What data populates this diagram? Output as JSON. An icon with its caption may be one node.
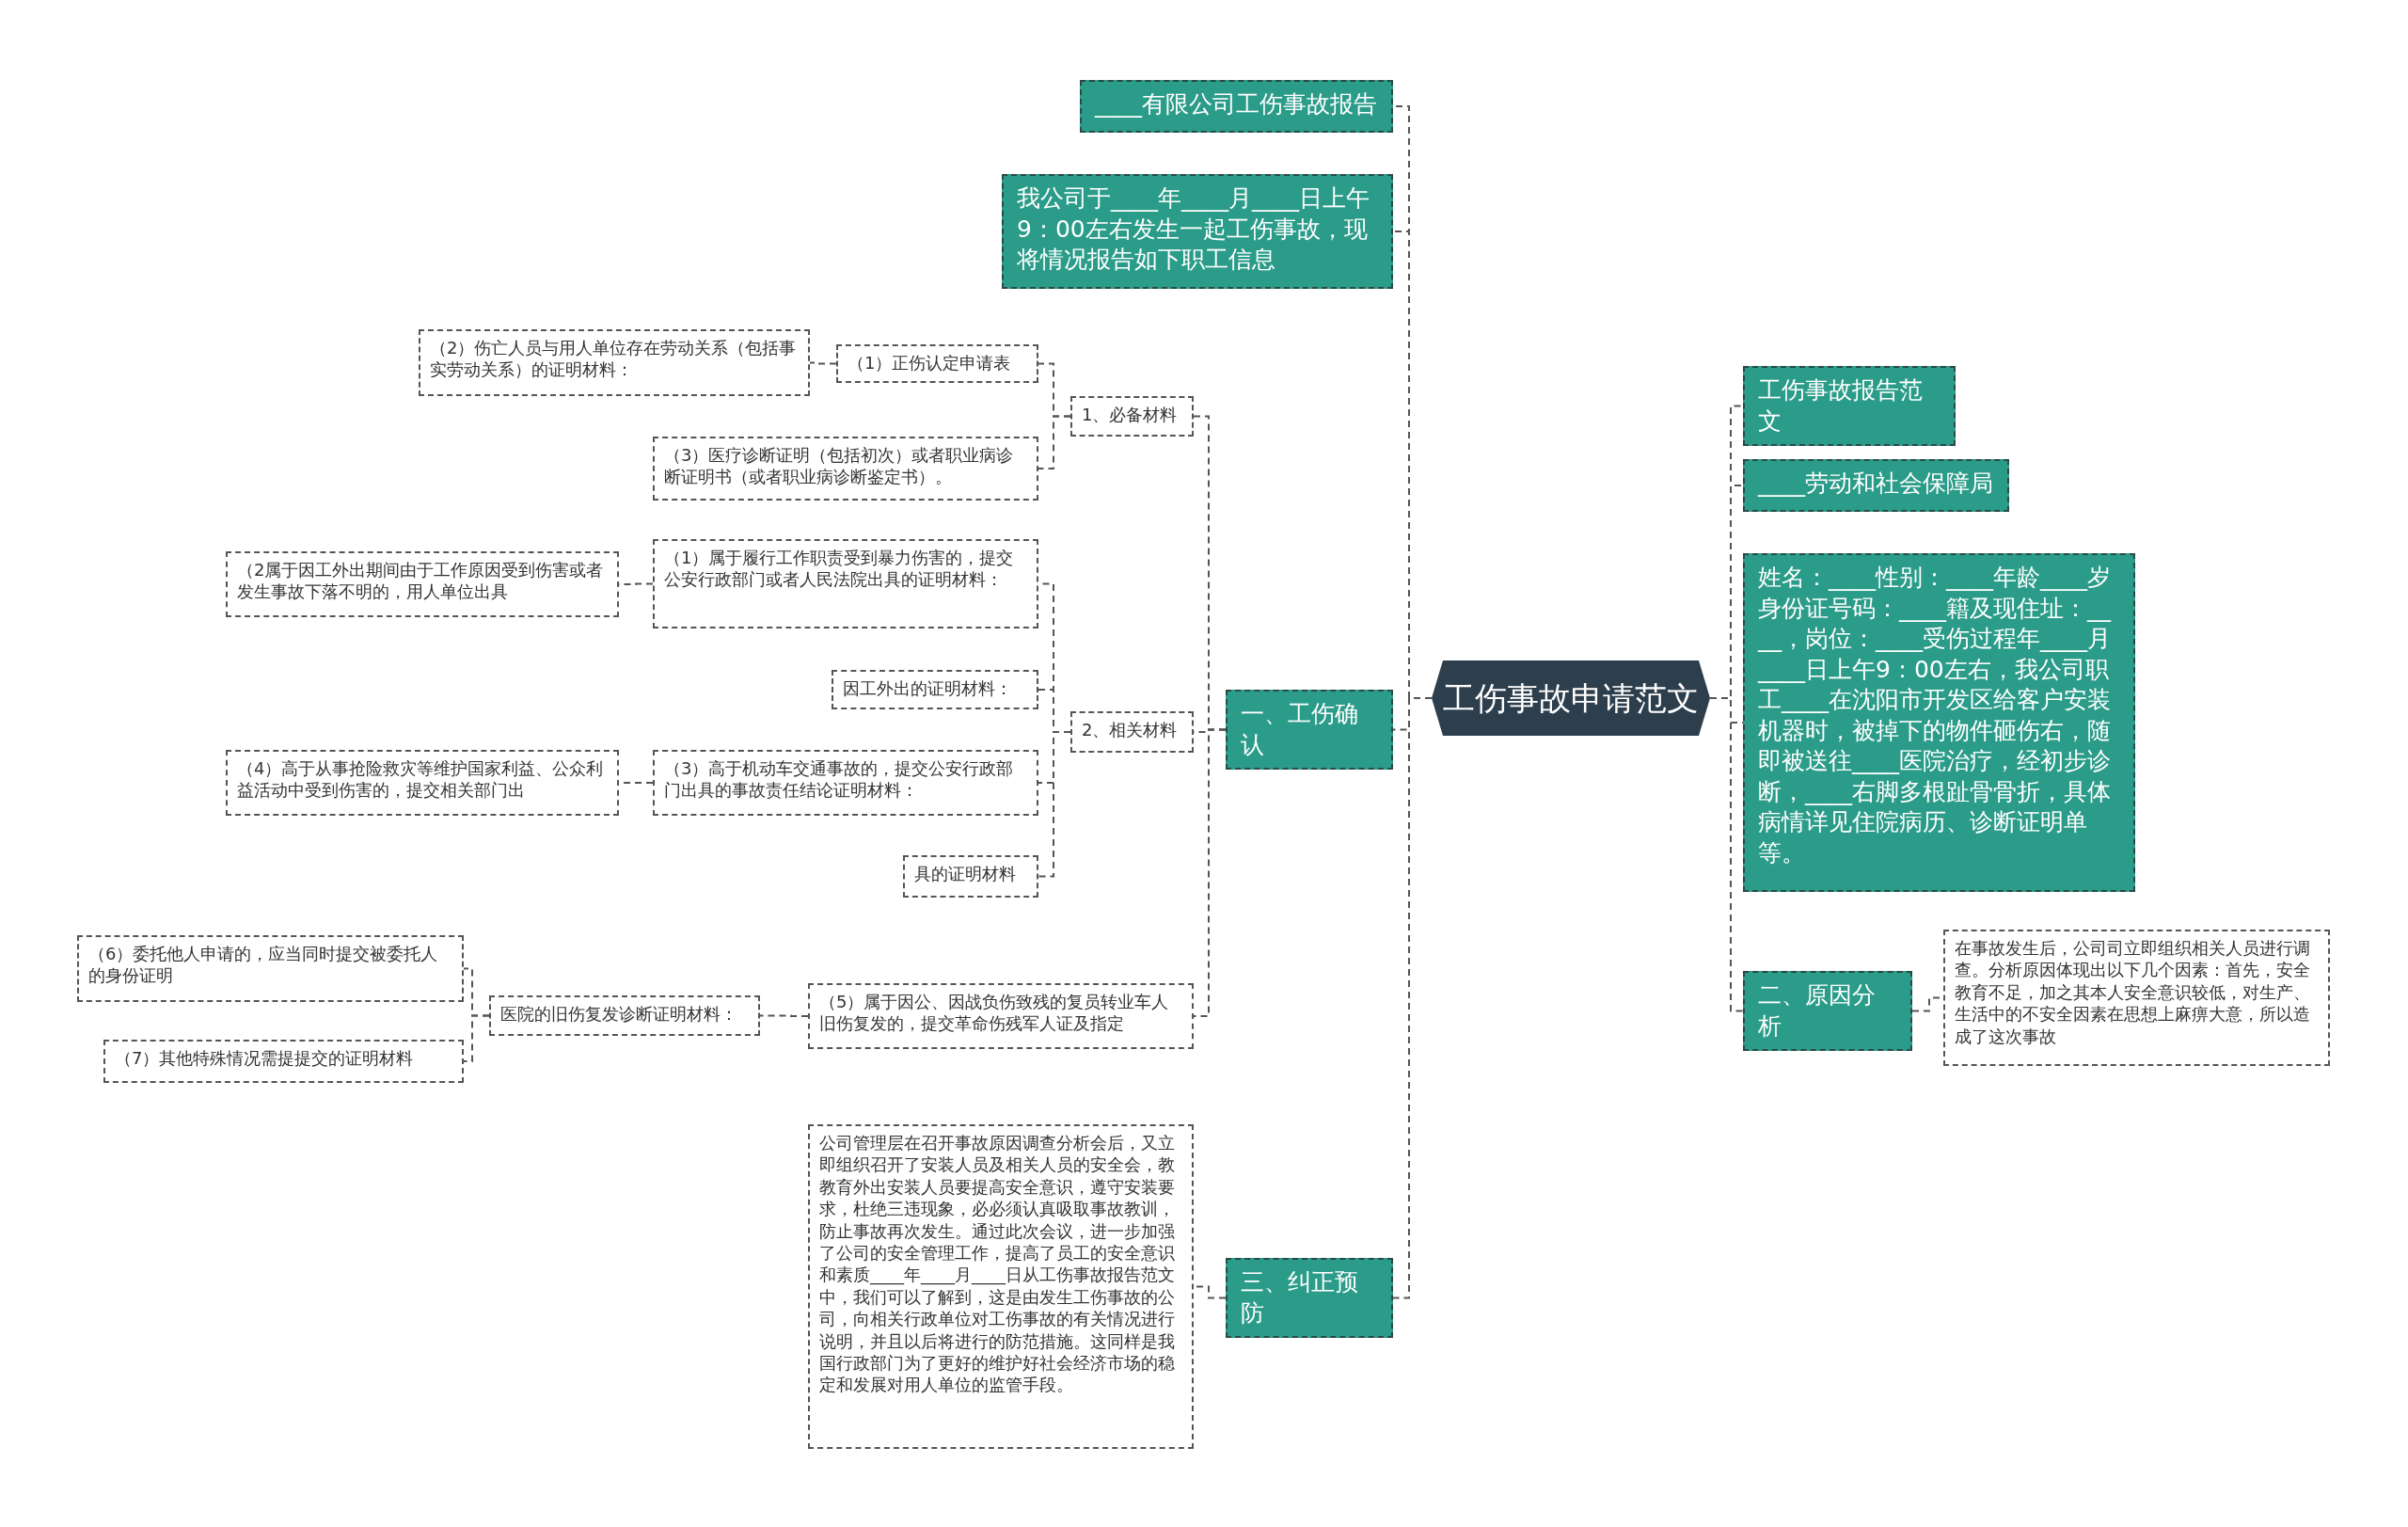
{
  "diagram": {
    "nodes": [
      {
        "text": [
          "工伤事故申请范文"
        ]
      },
      {
        "text": [
          "____有限公司工伤事故报告"
        ]
      },
      {
        "text": [
          "我公司于____年____月____日上午9：00左右发生一起工伤事故，现将情况报告如下职工信息"
        ]
      },
      {
        "text": [
          "一、工伤确认"
        ]
      },
      {
        "text": [
          "1、必备材料"
        ]
      },
      {
        "text": [
          "（1）正伤认定申请表"
        ]
      },
      {
        "text": [
          "（2）伤亡人员与用人单位存在劳动关系（包括事实劳动关系）的证明材料："
        ]
      },
      {
        "text": [
          "（3）医疗诊断证明（包括初次）或者职业病诊断证明书（或者职业病诊断鉴定书）。"
        ]
      },
      {
        "text": [
          "2、相关材料"
        ]
      },
      {
        "text": [
          "（1）属于履行工作职责受到暴力伤害的，提交公安行政部门或者人民法院出具的证明材料："
        ]
      },
      {
        "text": [
          "（2属于因工外出期间由于工作原因受到伤害或者发生事故下落不明的，用人单位出具"
        ]
      },
      {
        "text": [
          "因工外出的证明材料："
        ]
      },
      {
        "text": [
          "（3）高于机动车交通事故的，提交公安行政部门出具的事故责任结论证明材料："
        ]
      },
      {
        "text": [
          "（4）高于从事抢险救灾等维护国家利益、公众利益活动中受到伤害的，提交相关部门出"
        ]
      },
      {
        "text": [
          "具的证明材料"
        ]
      },
      {
        "text": [
          "（5）属于因公、因战负伤致残的复员转业车人旧伤复发的，提交革命伤残军人证及指定"
        ]
      },
      {
        "text": [
          "医院的旧伤复发诊断证明材料："
        ]
      },
      {
        "text": [
          "（6）委托他人申请的，应当同时提交被委托人的身份证明"
        ]
      },
      {
        "text": [
          "（7）其他特殊情况需提提交的证明材料"
        ]
      },
      {
        "text": [
          "三、纠正预防"
        ]
      },
      {
        "text": [
          "公司管理层在召开事故原因调查分析会后，又立即组织召开了安装人员及相关人员的安全会，教教育外出安装人员要提高安全意识，遵守安装要求，杜绝三违现象，必必须认真吸取事故教训，防止事故再次发生。通过此次会议，进一步加强了公司的安全管理工作，提高了员工的安全意识和素质____年____月____日从工伤事故报告范文中，我们可以了解到，这是由发生工伤事故的公司，向相关行政单位对工伤事故的有关情况进行说明，并且以后将进行的防范措施。这同样是我国行政部门为了更好的维护好社会经济市场的稳定和发展对用人单位的监管手段。"
        ]
      },
      {
        "text": [
          "工伤事故报告范文"
        ]
      },
      {
        "text": [
          "____劳动和社会保障局"
        ]
      },
      {
        "text": [
          "姓名：____性别：____年龄____岁身份证号码：____籍及现住址：____，岗位：____受伤过程年____月____日上午9：00左右，我公司职工____在沈阳市开发区给客户安装机器时，被掉下的物件砸伤右，随即被送往____医院治疗，经初步诊断，____右脚多根趾骨骨折，具体病情详见住院病历、诊断证明单等。"
        ]
      },
      {
        "text": [
          "二、原因分析"
        ]
      },
      {
        "text": [
          "在事故发生后，公司司立即组织相关人员进行调查。分析原因体现出以下几个因素：首先，安全教育不足，加之其本人安全意识较低，对生产、生活中的不安全因素在思想上麻痹大意，所以造成了这次事故"
        ]
      }
    ],
    "edges": [
      {
        "from": 0,
        "to": 1,
        "arrow": "none"
      },
      {
        "from": 0,
        "to": 2,
        "arrow": "none"
      },
      {
        "from": 0,
        "to": 3,
        "arrow": "none"
      },
      {
        "from": 3,
        "to": 4,
        "arrow": "none"
      },
      {
        "from": 4,
        "to": 5,
        "arrow": "none"
      },
      {
        "from": 5,
        "to": 6,
        "arrow": "none"
      },
      {
        "from": 4,
        "to": 7,
        "arrow": "none"
      },
      {
        "from": 3,
        "to": 8,
        "arrow": "none"
      },
      {
        "from": 8,
        "to": 9,
        "arrow": "none"
      },
      {
        "from": 9,
        "to": 10,
        "arrow": "none"
      },
      {
        "from": 8,
        "to": 11,
        "arrow": "none"
      },
      {
        "from": 8,
        "to": 12,
        "arrow": "none"
      },
      {
        "from": 12,
        "to": 13,
        "arrow": "none"
      },
      {
        "from": 8,
        "to": 14,
        "arrow": "none"
      },
      {
        "from": 3,
        "to": 15,
        "arrow": "none"
      },
      {
        "from": 15,
        "to": 16,
        "arrow": "none"
      },
      {
        "from": 16,
        "to": 17,
        "arrow": "none"
      },
      {
        "from": 16,
        "to": 18,
        "arrow": "none"
      },
      {
        "from": 0,
        "to": 19,
        "arrow": "none"
      },
      {
        "from": 19,
        "to": 20,
        "arrow": "none"
      },
      {
        "from": 0,
        "to": 21,
        "arrow": "none"
      },
      {
        "from": 0,
        "to": 22,
        "arrow": "none"
      },
      {
        "from": 0,
        "to": 23,
        "arrow": "none"
      },
      {
        "from": 0,
        "to": 24,
        "arrow": "none"
      },
      {
        "from": 24,
        "to": 25,
        "arrow": "none"
      }
    ]
  }
}
